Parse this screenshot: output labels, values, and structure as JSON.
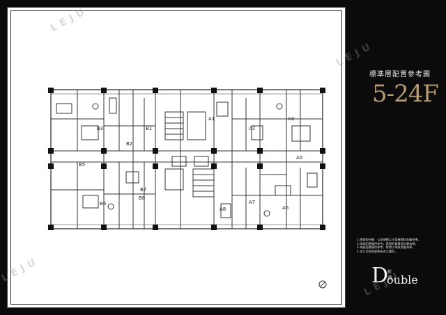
{
  "header": {
    "title_cn": "標準層配置參考圖",
    "floors": "5-24F"
  },
  "plan": {
    "units": [
      "A1",
      "A2",
      "A3",
      "A5",
      "A6",
      "A7",
      "A8",
      "B1",
      "B2",
      "B3",
      "B5",
      "B6",
      "B7",
      "B8"
    ],
    "watermark": "LEJU"
  },
  "notes": [
    "1.建築物外觀、公設規劃以主管機關核准圖為準。",
    "2.傢俱配置僅供參考，實際依買賣契約書為準。",
    "3.本圖面積僅供參考，實際以地政測量為準。",
    "4.本公司保有變更修改之權利。"
  ],
  "logo": {
    "initial": "D",
    "rest": "ouble",
    "cn": "新潤"
  }
}
